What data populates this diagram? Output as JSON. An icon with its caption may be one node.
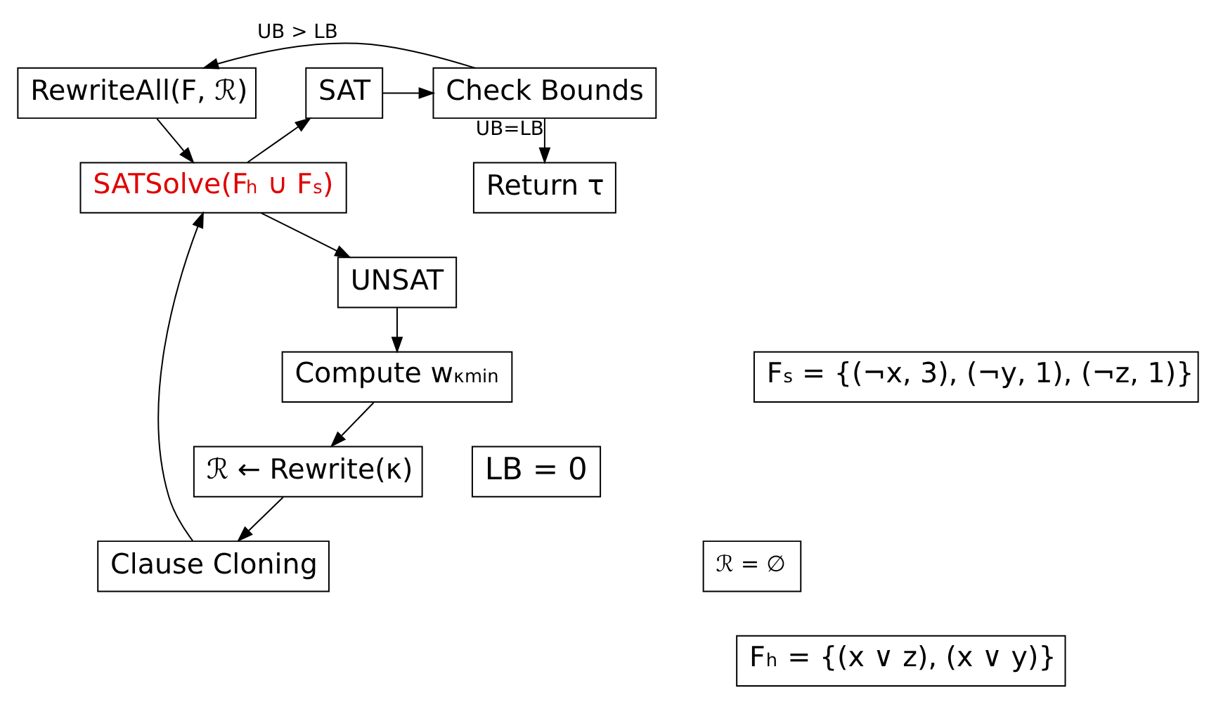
{
  "diagram": {
    "nodes": [
      {
        "text": [
          "RewriteAll(F, ℛ)"
        ]
      },
      {
        "text": [
          "SAT"
        ]
      },
      {
        "text": [
          "Check Bounds"
        ]
      },
      {
        "text": [
          "Return τ"
        ]
      },
      {
        "text": [
          "SATSolve(F$_{h}$ ∪ F$_{s}$)"
        ]
      },
      {
        "text": [
          "Clause Cloning"
        ]
      },
      {
        "text": [
          "UNSAT"
        ]
      },
      {
        "text": [
          "ℛ ← Rewrite(κ)"
        ]
      },
      {
        "text": [
          "Compute w$^{κ}$$_{min}$"
        ]
      },
      {
        "text": [
          "LB = 0"
        ]
      },
      {
        "text": [
          "ℛ = ∅"
        ]
      },
      {
        "text": [
          "F$_{h}$ = {(x ∨ z), (x ∨ y)}"
        ]
      },
      {
        "text": [
          "F$_{s}$ = {(¬x, 3), (¬y, 1), (¬z, 1)}"
        ]
      }
    ],
    "edges": [
      {
        "from": 2,
        "to": 0,
        "arrow": "to",
        "label": "UB > LB"
      },
      {
        "from": 0,
        "to": 4,
        "arrow": "to"
      },
      {
        "from": 4,
        "to": 1,
        "arrow": "to"
      },
      {
        "from": 1,
        "to": 2,
        "arrow": "to"
      },
      {
        "from": 2,
        "to": 3,
        "arrow": "to",
        "label": "UB=LB"
      },
      {
        "from": 4,
        "to": 6,
        "arrow": "to"
      },
      {
        "from": 6,
        "to": 8,
        "arrow": "to"
      },
      {
        "from": 8,
        "to": 7,
        "arrow": "to"
      },
      {
        "from": 7,
        "to": 5,
        "arrow": "to"
      },
      {
        "from": 5,
        "to": 4,
        "arrow": "to"
      }
    ]
  }
}
